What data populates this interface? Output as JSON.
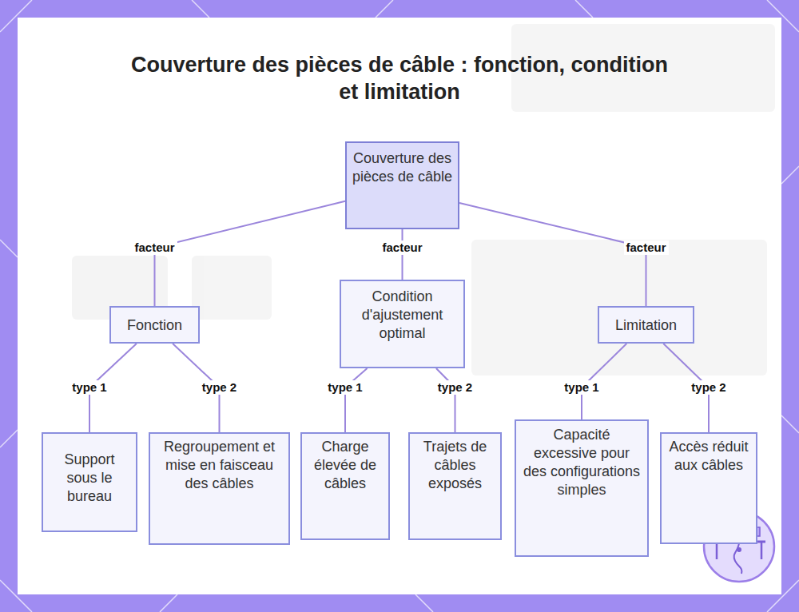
{
  "diagram": {
    "title": "Couverture des pièces de câble : fonction, condition et limitation",
    "nodes": [
      {
        "text": [
          "Couverture des pièces de câble"
        ]
      },
      {
        "text": [
          "Fonction"
        ]
      },
      {
        "text": [
          "Condition d'ajustement optimal"
        ]
      },
      {
        "text": [
          "Limitation"
        ]
      },
      {
        "text": [
          "Support sous le bureau"
        ]
      },
      {
        "text": [
          "Regroupement et mise en faisceau des câbles"
        ]
      },
      {
        "text": [
          "Charge élevée de câbles"
        ]
      },
      {
        "text": [
          "Trajets de câbles exposés"
        ]
      },
      {
        "text": [
          "Capacité excessive pour des configurations simples"
        ]
      },
      {
        "text": [
          "Accès réduit aux câbles"
        ]
      }
    ],
    "edges": [
      {
        "from": 0,
        "to": 1,
        "label": "facteur",
        "arrow": "none"
      },
      {
        "from": 0,
        "to": 2,
        "label": "facteur",
        "arrow": "none"
      },
      {
        "from": 0,
        "to": 3,
        "label": "facteur",
        "arrow": "none"
      },
      {
        "from": 1,
        "to": 4,
        "label": "type 1",
        "arrow": "none"
      },
      {
        "from": 1,
        "to": 5,
        "label": "type 2",
        "arrow": "none"
      },
      {
        "from": 2,
        "to": 6,
        "label": "type 1",
        "arrow": "none"
      },
      {
        "from": 2,
        "to": 7,
        "label": "type 2",
        "arrow": "none"
      },
      {
        "from": 3,
        "to": 8,
        "label": "type 1",
        "arrow": "none"
      },
      {
        "from": 3,
        "to": 9,
        "label": "type 2",
        "arrow": "none"
      }
    ]
  }
}
